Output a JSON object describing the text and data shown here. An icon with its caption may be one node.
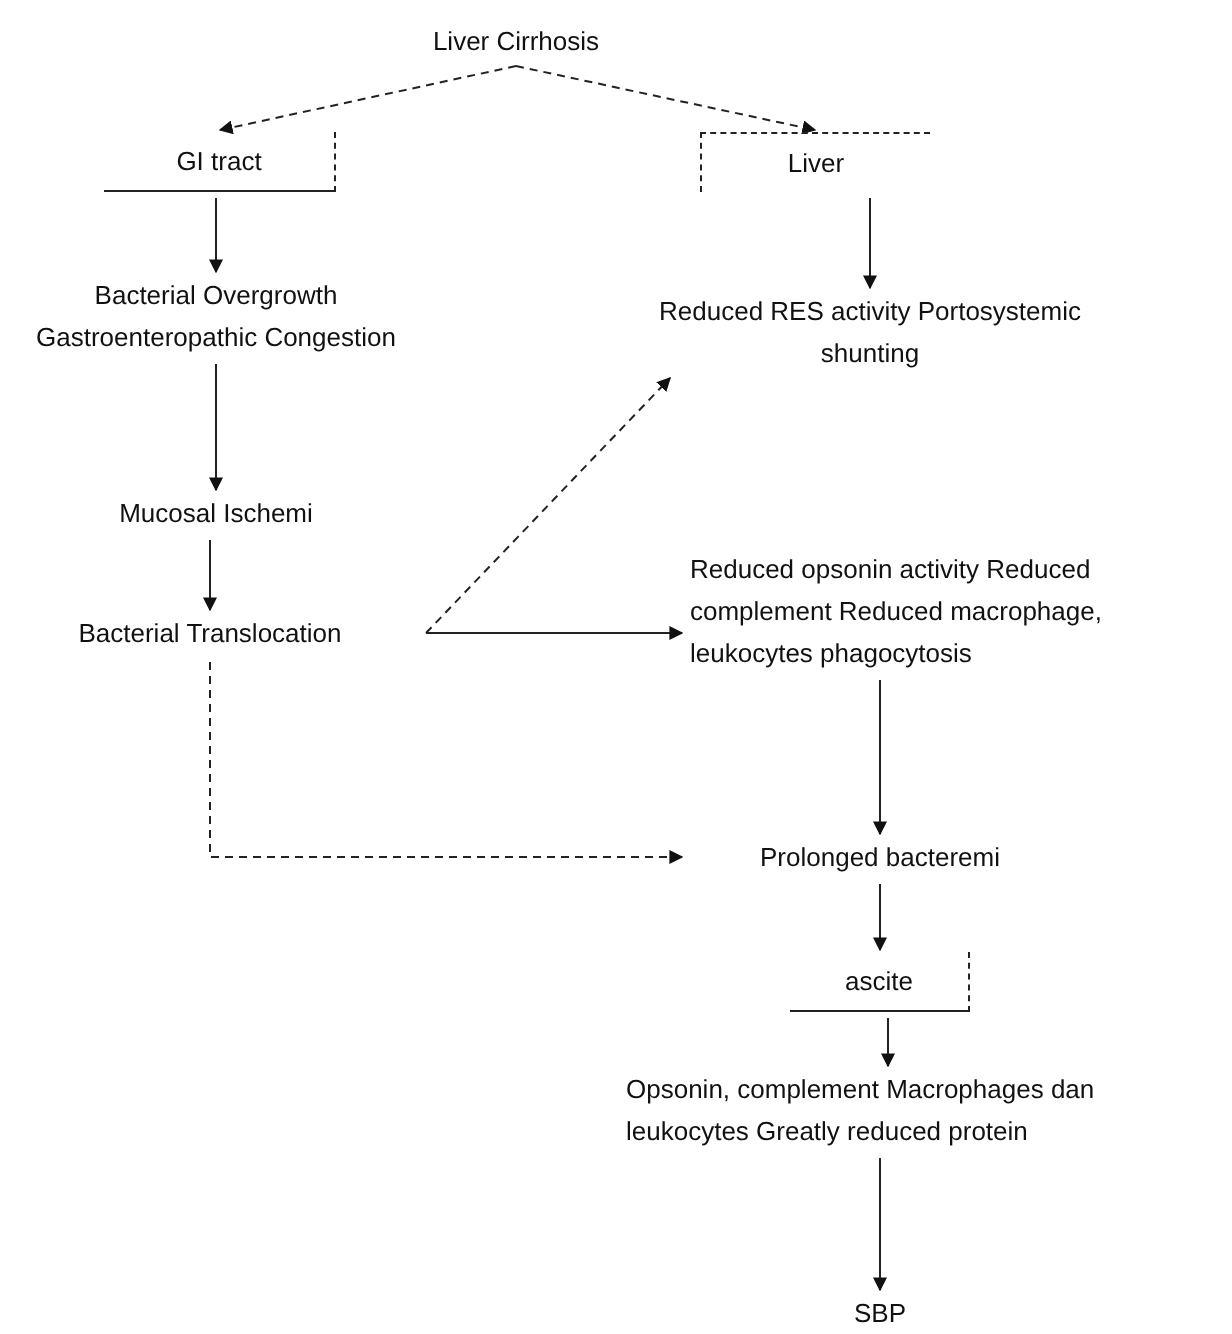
{
  "diagram": {
    "nodes": [
      {
        "text": [
          "Liver Cirrhosis"
        ]
      },
      {
        "text": [
          "GI tract"
        ]
      },
      {
        "text": [
          "Liver"
        ]
      },
      {
        "text": [
          "Bacterial Overgrowth Gastroenteropathic Congestion"
        ]
      },
      {
        "text": [
          "Mucosal Ischemi"
        ]
      },
      {
        "text": [
          "Bacterial Translocation"
        ]
      },
      {
        "text": [
          "Reduced RES activity Portosystemic shunting"
        ]
      },
      {
        "text": [
          "Reduced opsonin activity Reduced complement Reduced macrophage, leukocytes phagocytosis"
        ]
      },
      {
        "text": [
          "Prolonged bacteremi"
        ]
      },
      {
        "text": [
          "ascite"
        ]
      },
      {
        "text": [
          "Opsonin, complement Macrophages dan leukocytes Greatly reduced protein"
        ]
      },
      {
        "text": [
          "SBP"
        ]
      }
    ],
    "edges": [
      {
        "from": 0,
        "to": 1,
        "arrow": "to",
        "style": "dashed"
      },
      {
        "from": 0,
        "to": 2,
        "arrow": "to",
        "style": "dashed"
      },
      {
        "from": 1,
        "to": 3,
        "arrow": "to"
      },
      {
        "from": 3,
        "to": 4,
        "arrow": "to"
      },
      {
        "from": 4,
        "to": 5,
        "arrow": "to"
      },
      {
        "from": 2,
        "to": 6,
        "arrow": "to"
      },
      {
        "from": 5,
        "to": 6,
        "arrow": "to",
        "style": "dashed"
      },
      {
        "from": 5,
        "to": 7,
        "arrow": "to"
      },
      {
        "from": 5,
        "to": 8,
        "arrow": "to",
        "style": "dashed"
      },
      {
        "from": 7,
        "to": 8,
        "arrow": "to"
      },
      {
        "from": 8,
        "to": 9,
        "arrow": "to"
      },
      {
        "from": 9,
        "to": 10,
        "arrow": "to"
      },
      {
        "from": 10,
        "to": 11,
        "arrow": "to"
      }
    ]
  }
}
